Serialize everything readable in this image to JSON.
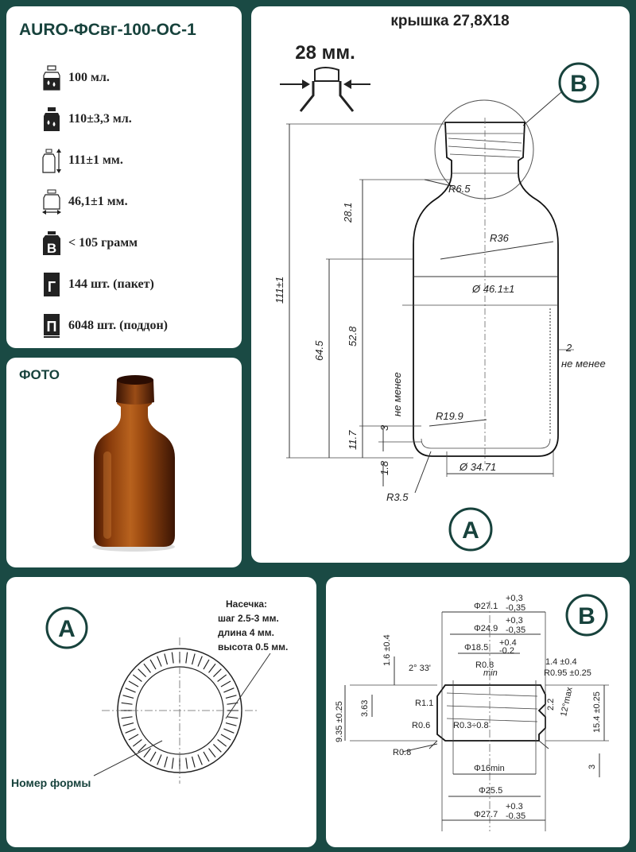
{
  "specs": {
    "title": "AURO-ФСвг-100-ОС-1",
    "items": [
      {
        "icon": "volume-drops-icon",
        "text": "100 мл."
      },
      {
        "icon": "full-volume-drops-icon",
        "text": "110±3,3 мл."
      },
      {
        "icon": "height-arrow-icon",
        "text": "111±1 мм."
      },
      {
        "icon": "diameter-arrow-icon",
        "text": "46,1±1 мм."
      },
      {
        "icon": "weight-letter-icon",
        "letter": "В",
        "text": "<  105 грамм"
      },
      {
        "icon": "pack-letter-icon",
        "letter": "Г",
        "text": "144 шт. (пакет)"
      },
      {
        "icon": "pallet-letter-icon",
        "letter": "П",
        "text": "6048 шт. (поддон)"
      }
    ]
  },
  "photo": {
    "label": "ФОТО"
  },
  "bottle": {
    "cap_label": "крышка 27,8X18",
    "neck_label": "28 мм.",
    "marker_b": "B",
    "marker_a": "A",
    "dims": {
      "r65": "R6.5",
      "d281": "28.1",
      "r36": "R36",
      "d461": "Ø 46.1±1",
      "h111": "111±1",
      "d645": "64.5",
      "d528": "52.8",
      "two": "2",
      "ne_menee_r": "не менее",
      "ne_menee_l": "не менее",
      "three": "3",
      "r199": "R19.9",
      "d117": "11.7",
      "d18": "1.8",
      "d3471": "Ø 34.71",
      "r35": "R3.5"
    }
  },
  "detail_a": {
    "marker": "A",
    "notch_title": "Насечка:",
    "notch_step": "шаг 2.5-3 мм.",
    "notch_len": "длина 4 мм.",
    "notch_h": "высота 0.5 мм.",
    "mold_label": "Номер формы"
  },
  "detail_b": {
    "marker": "B",
    "d271": "Φ27.1",
    "d271_tol_up": "+0,3",
    "d271_tol_dn": "-0,35",
    "d249": "Φ24.9",
    "d249_tol_up": "+0,3",
    "d249_tol_dn": "-0,35",
    "d185": "Φ18.5",
    "d185_tol_up": "+0.4",
    "d185_tol_dn": "-0.2",
    "d16": "1.6 ±0.4",
    "angle": "2° 33'",
    "r08a": "R0.8",
    "min": "min",
    "d14": "1.4 ±0.4",
    "r095": "R0.95 ±0.25",
    "d935": "9.35 ±0.25",
    "d363": "3.63",
    "r11": "R1.1",
    "d22": "2.2",
    "max12": "12°max",
    "d154": "15.4 ±0.25",
    "r06": "R0.6",
    "r03": "R0.3÷0.8",
    "r08b": "R0.8",
    "three": "3",
    "d16min": "Φ16min",
    "d255": "Φ25.5",
    "d277": "Φ27.7",
    "d277_tol_up": "+0.3",
    "d277_tol_dn": "-0.35"
  },
  "colors": {
    "panel": "#ffffff",
    "background": "#1a4a44",
    "accent": "#17423c",
    "amber": "#8a3d0c"
  }
}
